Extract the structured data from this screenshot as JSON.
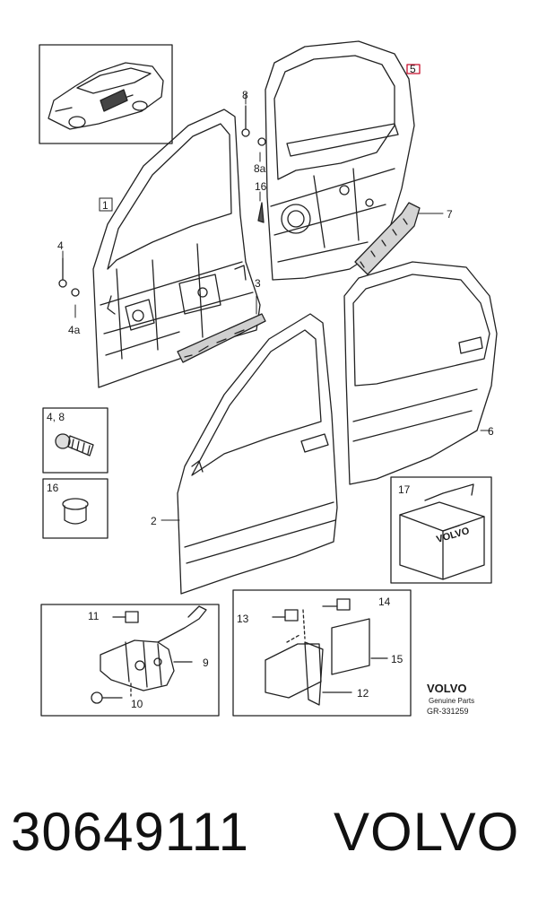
{
  "diagram": {
    "callouts": {
      "c1": "1",
      "c2": "2",
      "c3": "3",
      "c4": "4",
      "c4a": "4a",
      "c5": "5",
      "c6": "6",
      "c7": "7",
      "c8": "8",
      "c8a": "8a",
      "c9": "9",
      "c10": "10",
      "c11": "11",
      "c12": "12",
      "c13": "13",
      "c14": "14",
      "c15": "15",
      "c16": "16",
      "c17": "17",
      "c48": "4, 8"
    },
    "box_labels": {
      "b48": "4, 8",
      "b16": "16",
      "b17": "17"
    },
    "carton_text": "VOLVO",
    "brand_block": {
      "brand": "VOLVO",
      "genuine": "Genuine Parts",
      "ref": "GR-331259"
    }
  },
  "footer": {
    "part_number": "30649111",
    "brand": "VOLVO"
  }
}
